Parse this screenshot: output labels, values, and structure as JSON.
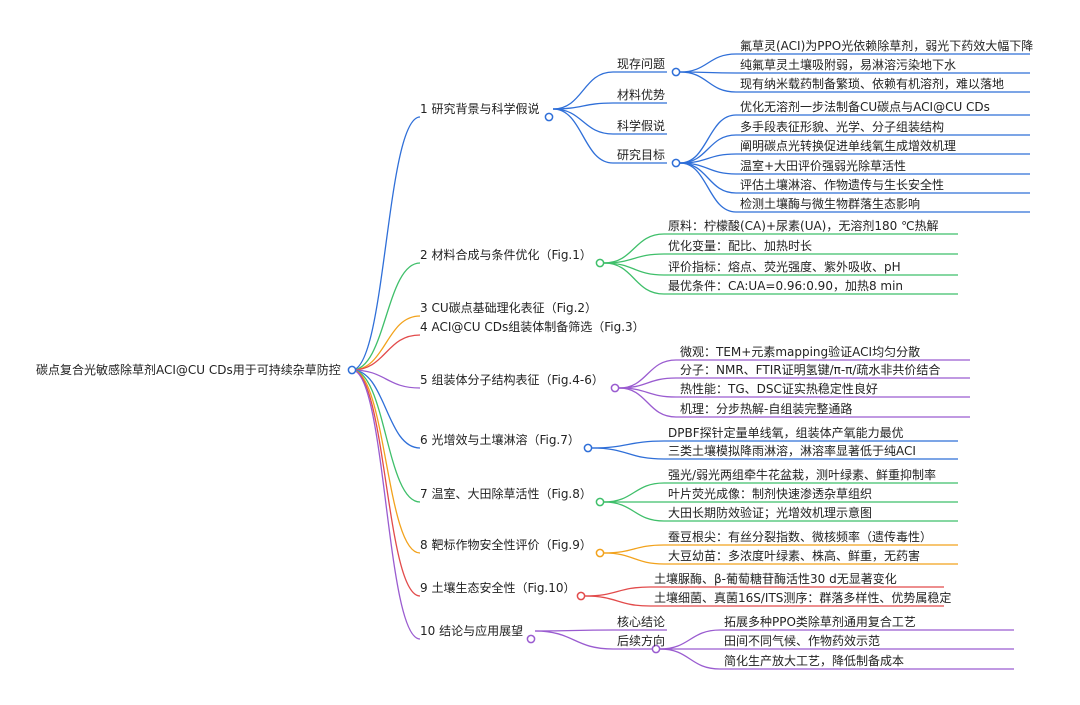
{
  "root": "碳点复合光敏感除草剂ACI@CU CDs用于可持续杂草防控",
  "branches": [
    {
      "label": "1 研究背景与科学假说",
      "color": "#2f6fd8",
      "children": [
        {
          "label": "现存问题",
          "children": [
            "氟草灵(ACI)为PPO光依赖除草剂，弱光下药效大幅下降",
            "纯氟草灵土壤吸附弱，易淋溶污染地下水",
            "现有纳米载药制备繁琐、依赖有机溶剂，难以落地"
          ]
        },
        {
          "label": "材料优势",
          "children": []
        },
        {
          "label": "科学假说",
          "children": []
        },
        {
          "label": "研究目标",
          "children": [
            "优化无溶剂一步法制备CU碳点与ACI@CU CDs",
            "多手段表征形貌、光学、分子组装结构",
            "阐明碳点光转换促进单线氧生成增效机理",
            "温室+大田评价强弱光除草活性",
            "评估土壤淋溶、作物遗传与生长安全性",
            "检测土壤酶与微生物群落生态影响"
          ]
        }
      ]
    },
    {
      "label": "2 材料合成与条件优化（Fig.1）",
      "color": "#3fbf6a",
      "children": [
        "原料：柠檬酸(CA)+尿素(UA)，无溶剂180 ℃热解",
        "优化变量：配比、加热时长",
        "评价指标：熔点、荧光强度、紫外吸收、pH",
        "最优条件：CA:UA=0.96:0.90，加热8 min"
      ]
    },
    {
      "label": "3 CU碳点基础理化表征（Fig.2）",
      "color": "#f2a21c",
      "children": []
    },
    {
      "label": "4 ACI@CU CDs组装体制备筛选（Fig.3）",
      "color": "#e24b4b",
      "children": []
    },
    {
      "label": "5 组装体分子结构表征（Fig.4-6）",
      "color": "#9a5cd0",
      "children": [
        "微观：TEM+元素mapping验证ACI均匀分散",
        "分子：NMR、FTIR证明氢键/π-π/疏水非共价结合",
        "热性能：TG、DSC证实热稳定性良好",
        "机理：分步热解-自组装完整通路"
      ]
    },
    {
      "label": "6 光增效与土壤淋溶（Fig.7）",
      "color": "#2f6fd8",
      "children": [
        "DPBF探针定量单线氧，组装体产氧能力最优",
        "三类土壤模拟降雨淋溶，淋溶率显著低于纯ACI"
      ]
    },
    {
      "label": "7 温室、大田除草活性（Fig.8）",
      "color": "#3fbf6a",
      "children": [
        "强光/弱光两组牵牛花盆栽，测叶绿素、鲜重抑制率",
        "叶片荧光成像：制剂快速渗透杂草组织",
        "大田长期防效验证；光增效机理示意图"
      ]
    },
    {
      "label": "8 靶标作物安全性评价（Fig.9）",
      "color": "#f2a21c",
      "children": [
        "蚕豆根尖：有丝分裂指数、微核频率（遗传毒性）",
        "大豆幼苗：多浓度叶绿素、株高、鲜重，无药害"
      ]
    },
    {
      "label": "9 土壤生态安全性（Fig.10）",
      "color": "#e24b4b",
      "children": [
        "土壤脲酶、β-葡萄糖苷酶活性30 d无显著变化",
        "土壤细菌、真菌16S/ITS测序：群落多样性、优势属稳定"
      ]
    },
    {
      "label": "10 结论与应用展望",
      "color": "#9a5cd0",
      "children": [
        {
          "label": "核心结论",
          "children": []
        },
        {
          "label": "后续方向",
          "children": [
            "拓展多种PPO类除草剂通用复合工艺",
            "田间不同气候、作物药效示范",
            "简化生产放大工艺，降低制备成本"
          ]
        }
      ]
    }
  ]
}
